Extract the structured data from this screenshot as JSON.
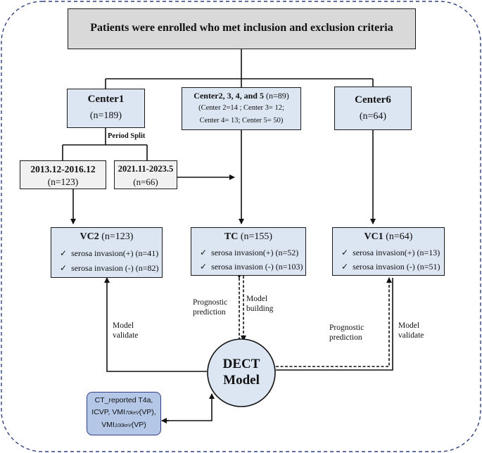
{
  "header": {
    "text": "Patients  were enrolled who met inclusion and exclusion criteria"
  },
  "center1": {
    "name": "Center1",
    "count": "(n=189)"
  },
  "center2": {
    "name": "Center2, 3, 4, and 5",
    "count": " (n=89)",
    "detail1": "(Center 2=14 ; Center 3= 12;",
    "detail2": "Center 4= 13; Center 5= 50)"
  },
  "center6": {
    "name": "Center6",
    "count": "(n=64)"
  },
  "period_split": "Period Split",
  "period1": {
    "range": "2013.12-2016.12",
    "count": "(n=123)"
  },
  "period2": {
    "range": "2021.11-2023.5",
    "count": "(n=66)"
  },
  "vc2": {
    "name": "VC2",
    "count": " (n=123)",
    "pos": "serosa invasion(+) (n=41)",
    "neg": "serosa invasion (-) (n=82)"
  },
  "tc": {
    "name": "TC",
    "count": " (n=155)",
    "pos": "serosa invasion(+) (n=52)",
    "neg": "serosa invasion (-) (n=103)"
  },
  "vc1": {
    "name": "VC1",
    "count": " (n=64)",
    "pos": "serosa invasion(+) (n=13)",
    "neg": "serosa invasion (-) (n=51)"
  },
  "check": "✓",
  "labels": {
    "prognostic_left_1": "Prognostic",
    "prognostic_left_2": "prediction",
    "model_building_1": "Model",
    "model_building_2": "building",
    "model_validate_left_1": "Model",
    "model_validate_left_2": "validate",
    "prognostic_right_1": "Prognostic",
    "prognostic_right_2": "prediction",
    "model_validate_right_1": "Model",
    "model_validate_right_2": "validate"
  },
  "dect": {
    "line1": "DECT",
    "line2": "Model"
  },
  "features": {
    "line1": "CT_reported T4a,",
    "line2_a": "ICVP, VMI",
    "line2_sub": "70keV",
    "line2_b": "(VP),",
    "line3_a": "VMI",
    "line3_sub": "100keV",
    "line3_b": "(VP)"
  },
  "colors": {
    "blue_fill": "#dce6f2",
    "gray_fill": "#d9d9d9",
    "dect_fill": "#dce6f2",
    "feature_fill": "#b4c7e7",
    "border_dash": "#2f3f7f"
  }
}
